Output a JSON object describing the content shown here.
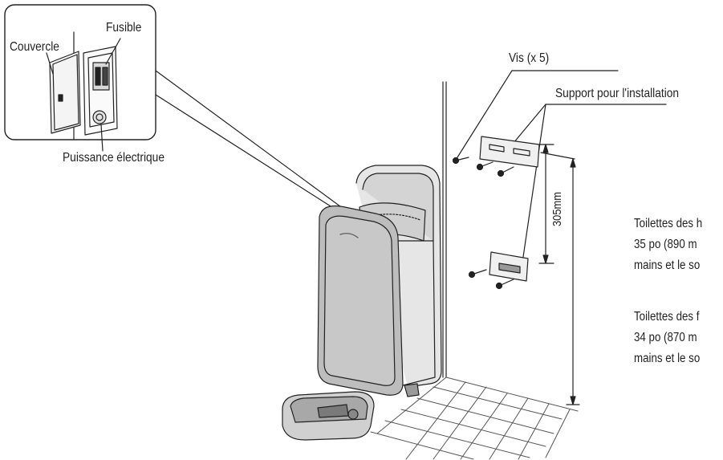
{
  "labels": {
    "cover": "Couvercle",
    "fuse": "Fusible",
    "power": "Puissance électrique",
    "screws": "Vis (x 5)",
    "bracket": "Support pour l'installation"
  },
  "dimension": "305mm",
  "notes": {
    "men": [
      "Toilettes des h",
      "35 po (890 m",
      "mains et le so"
    ],
    "women": [
      "Toilettes des f",
      "34 po (870 m",
      "mains et le so"
    ]
  }
}
